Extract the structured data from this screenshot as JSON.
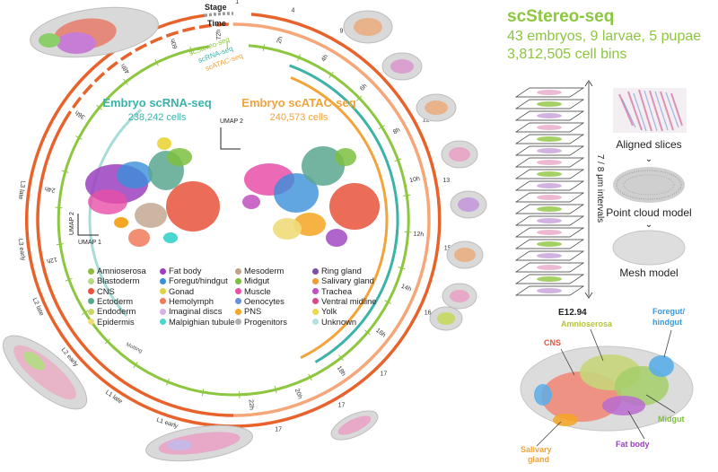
{
  "ring_headers": {
    "stage": "Stage",
    "time": "Time"
  },
  "track_labels": {
    "stereo": "scStereo-seq",
    "rna": "scRNA-seq",
    "atac": "scATAC-seq"
  },
  "time_labels": [
    "2h",
    "4h",
    "6h",
    "8h",
    "10h",
    "12h",
    "14h",
    "16h",
    "18h",
    "20h",
    "22h",
    "12h",
    "24h",
    "36h",
    "48h",
    "60h",
    "72h"
  ],
  "stage_numbers": [
    "1",
    "4",
    "9",
    "11",
    "12",
    "13",
    "15",
    "16",
    "17",
    "17",
    "17",
    "17"
  ],
  "larva_labels": [
    "L1 early",
    "L1 late",
    "L2 early",
    "L2 late",
    "L3 early",
    "L3 late"
  ],
  "molt_label": "Molting",
  "embryo_rna": {
    "title": "Embryo scRNA-seq",
    "count": "238,242 cells"
  },
  "embryo_atac": {
    "title": "Embryo scATAC-seq",
    "count": "240,573 cells"
  },
  "umap_axes": {
    "u1": "UMAP 1",
    "u2": "UMAP 2"
  },
  "legend": [
    {
      "label": "Amnioserosa",
      "color": "#8fbc3f"
    },
    {
      "label": "Blastoderm",
      "color": "#b5d989"
    },
    {
      "label": "CNS",
      "color": "#e8523a"
    },
    {
      "label": "Ectoderm",
      "color": "#5aa78f"
    },
    {
      "label": "Endoderm",
      "color": "#c9d86a"
    },
    {
      "label": "Epidermis",
      "color": "#f0dc7a"
    },
    {
      "label": "Fat body",
      "color": "#9b3fbf"
    },
    {
      "label": "Foregut/hindgut",
      "color": "#3a8fd9"
    },
    {
      "label": "Gonad",
      "color": "#e0d245"
    },
    {
      "label": "Hemolymph",
      "color": "#f07a5a"
    },
    {
      "label": "Imaginal discs",
      "color": "#d7b0e8"
    },
    {
      "label": "Malpighian tubule",
      "color": "#49d6d0"
    },
    {
      "label": "Mesoderm",
      "color": "#bfa48c"
    },
    {
      "label": "Midgut",
      "color": "#7cbf3f"
    },
    {
      "label": "Muscle",
      "color": "#e84fa8"
    },
    {
      "label": "Oenocytes",
      "color": "#6a8fd9"
    },
    {
      "label": "PNS",
      "color": "#f5a623"
    },
    {
      "label": "Progenitors",
      "color": "#b0b0b0"
    },
    {
      "label": "Ring gland",
      "color": "#7d4fa8"
    },
    {
      "label": "Salivary gland",
      "color": "#f09a3a"
    },
    {
      "label": "Trachea",
      "color": "#c050c0"
    },
    {
      "label": "Ventral midline",
      "color": "#d74a8a"
    },
    {
      "label": "Yolk",
      "color": "#ecd84a"
    },
    {
      "label": "Unknown",
      "color": "#b7dfe0"
    }
  ],
  "stereo": {
    "title": "scStereo-seq",
    "line1": "43 embryos, 9 larvae, 5 pupae",
    "line2": "3,812,505 cell bins"
  },
  "pipeline": {
    "aligned": "Aligned slices",
    "cloud": "Point cloud model",
    "mesh": "Mesh model",
    "interval": "7 / 8 μm intervals"
  },
  "e1294": {
    "title": "E12.94",
    "cns": "CNS",
    "amnioserosa": "Amnioserosa",
    "foregut1": "Foregut/",
    "foregut2": "hindgut",
    "midgut": "Midgut",
    "fatbody": "Fat body",
    "salivary1": "Salivary",
    "salivary2": "gland"
  },
  "colors": {
    "green": "#8dc63f",
    "teal": "#3bb3a8",
    "orange": "#f2a33a",
    "red": "#e8632c",
    "salmon": "#f5a77a",
    "molt": "#a7dcd8"
  }
}
